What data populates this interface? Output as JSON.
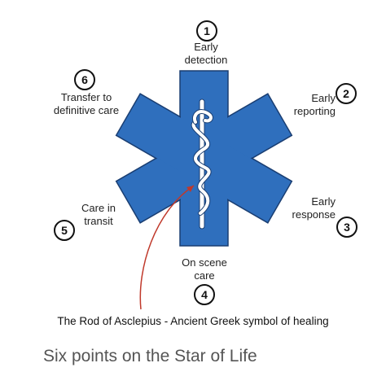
{
  "points": [
    {
      "number": "1",
      "label_lines": [
        "Early",
        "detection"
      ]
    },
    {
      "number": "2",
      "label_lines": [
        "Early",
        "reporting"
      ]
    },
    {
      "number": "3",
      "label_lines": [
        "Early",
        "response"
      ]
    },
    {
      "number": "4",
      "label_lines": [
        "On scene",
        "care"
      ]
    },
    {
      "number": "5",
      "label_lines": [
        "Care in",
        "transit"
      ]
    },
    {
      "number": "6",
      "label_lines": [
        "Transfer to",
        "definitive care"
      ]
    }
  ],
  "rod_caption": "The Rod of Asclepius - Ancient Greek symbol of healing",
  "page_title": "Six points on the Star of Life",
  "colors": {
    "star_fill": "#2f6fbd",
    "star_outline": "#1a3e72",
    "rod": "#ffffff",
    "pointer_line": "#c0392b"
  },
  "icons": {
    "star": "star-of-life-icon",
    "rod": "rod-of-asclepius-icon"
  }
}
